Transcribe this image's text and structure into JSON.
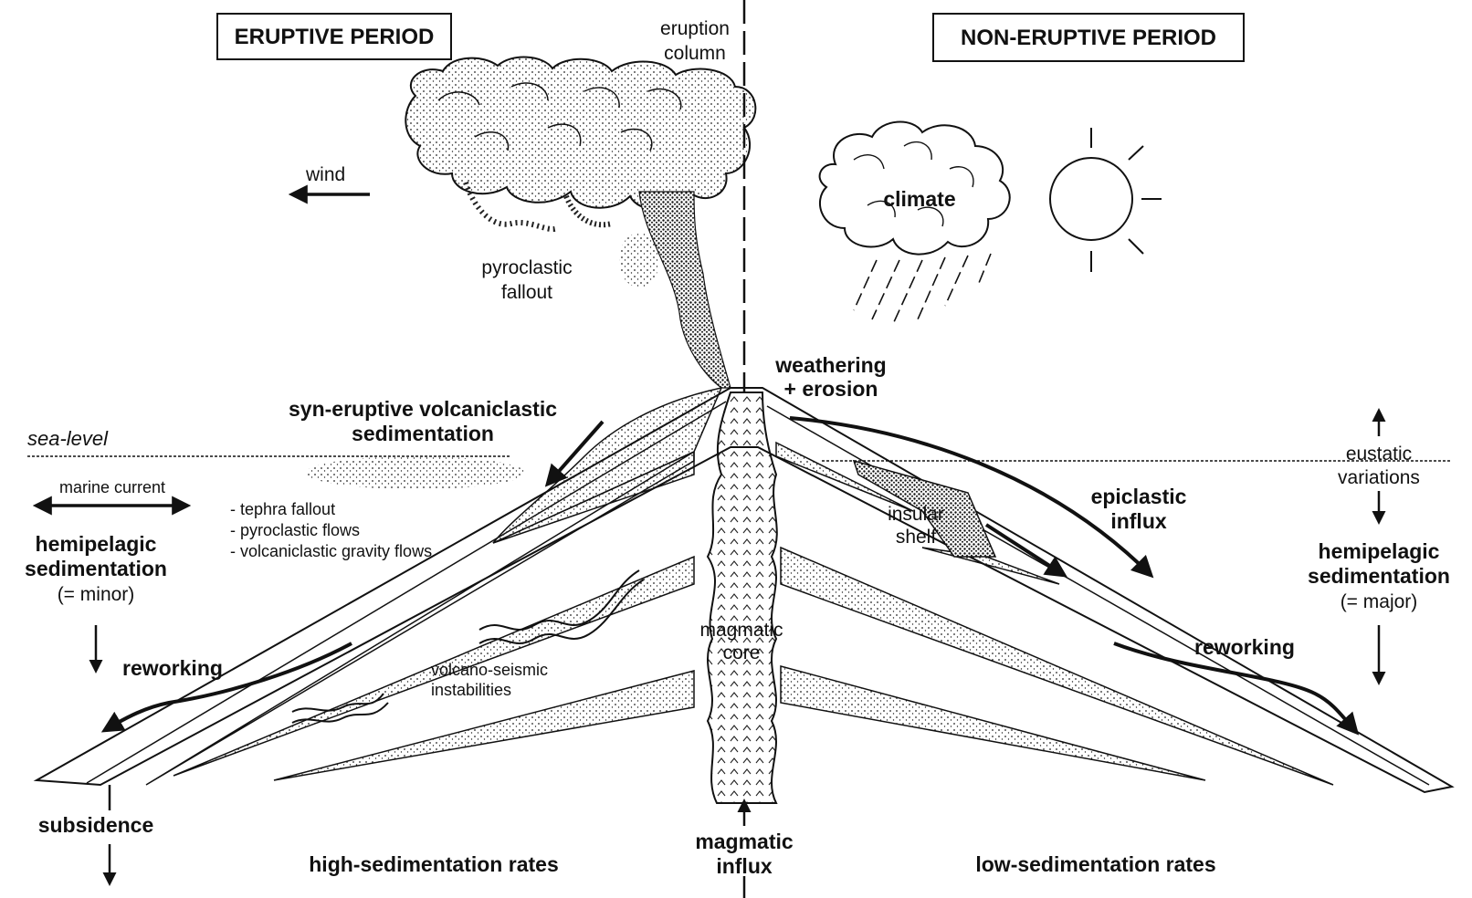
{
  "periods": {
    "eruptive": "ERUPTIVE PERIOD",
    "non_eruptive": "NON-ERUPTIVE PERIOD"
  },
  "labels": {
    "eruption_column_1": "eruption",
    "eruption_column_2": "column",
    "wind": "wind",
    "pyroclastic_fallout_1": "pyroclastic",
    "pyroclastic_fallout_2": "fallout",
    "climate": "climate",
    "weathering_1": "weathering",
    "weathering_2": "+ erosion",
    "syn_eruptive_1": "syn-eruptive volcaniclastic",
    "syn_eruptive_2": "sedimentation",
    "sea_level": "sea-level",
    "marine_current": "marine current",
    "tephra_fallout": "- tephra fallout",
    "pyroclastic_flows": "- pyroclastic flows",
    "gravity_flows": "- volcaniclastic gravity flows",
    "hemipelagic_left_1": "hemipelagic",
    "hemipelagic_left_2": "sedimentation",
    "hemipelagic_left_3": "(= minor)",
    "reworking_left": "reworking",
    "volcano_seismic_1": "volcano-seismic",
    "volcano_seismic_2": "instabilities",
    "magmatic_core_1": "magmatic",
    "magmatic_core_2": "core",
    "insular_shelf_1": "insular",
    "insular_shelf_2": "shelf",
    "epiclastic_1": "epiclastic",
    "epiclastic_2": "influx",
    "eustatic_1": "eustatic",
    "eustatic_2": "variations",
    "hemipelagic_right_1": "hemipelagic",
    "hemipelagic_right_2": "sedimentation",
    "hemipelagic_right_3": "(= major)",
    "reworking_right": "reworking",
    "subsidence": "subsidence",
    "high_rates": "high-sedimentation rates",
    "magmatic_influx_1": "magmatic",
    "magmatic_influx_2": "influx",
    "low_rates": "low-sedimentation rates"
  }
}
